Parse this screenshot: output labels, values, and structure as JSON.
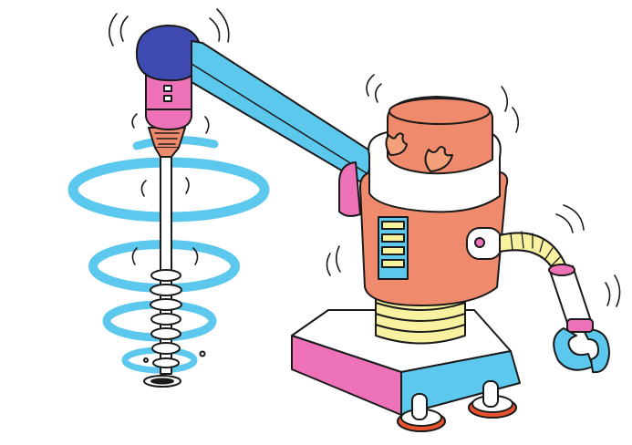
{
  "colors": {
    "outline": "#1a1a1a",
    "salmon": "#f08a6c",
    "pink": "#ee72b8",
    "sky": "#5cc8ee",
    "navy": "#3f4bb0",
    "pale_yellow": "#f7f1a0",
    "white": "#ffffff",
    "flame": "#f4a07a",
    "wheel_red": "#e8532f"
  },
  "subjects": {
    "robot": "robot",
    "drill": "drill",
    "vortex": "vortex"
  }
}
